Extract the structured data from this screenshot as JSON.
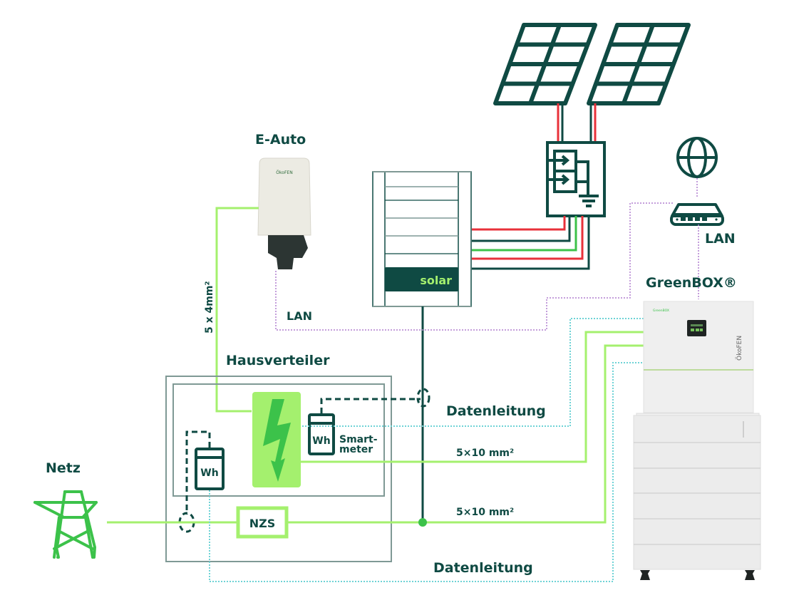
{
  "title": "GreenBOX Anschlussschema",
  "colors": {
    "dark": "#0f4a43",
    "bright_green": "#a4f06e",
    "mid_green": "#3cc24a",
    "red": "#e8313a",
    "lan_purple": "#b07fcf",
    "data_cyan": "#6fd3d6",
    "box_grey": "#7f9995"
  },
  "labels": {
    "e_auto": "E-Auto",
    "lan_eauto": "LAN",
    "cable_eauto": "5 x 4mm²",
    "hausverteiler": "Hausverteiler",
    "smartmeter_line1": "Smart-",
    "smartmeter_line2": "meter",
    "wh_smart": "Wh",
    "wh_main": "Wh",
    "nzs": "NZS",
    "netz": "Netz",
    "datenleitung_top": "Datenleitung",
    "datenleitung_bottom": "Datenleitung",
    "cable_upper": "5×10 mm²",
    "cable_lower": "5×10 mm²",
    "solar": "solar",
    "lan_router": "LAN",
    "greenbox": "GreenBOX®",
    "wallbox_brand": "ÖkoFEN",
    "greenbox_brand": "ÖkoFEN",
    "greenbox_logo": "GreenBOX"
  },
  "components": [
    {
      "id": "solar-panels",
      "count": 2
    },
    {
      "id": "pv-junction-box"
    },
    {
      "id": "solar-inverter"
    },
    {
      "id": "internet-globe"
    },
    {
      "id": "lan-router"
    },
    {
      "id": "wallbox"
    },
    {
      "id": "distribution-board"
    },
    {
      "id": "greenbox-unit"
    },
    {
      "id": "battery-stack",
      "modules": 6
    },
    {
      "id": "grid-pylon"
    }
  ]
}
